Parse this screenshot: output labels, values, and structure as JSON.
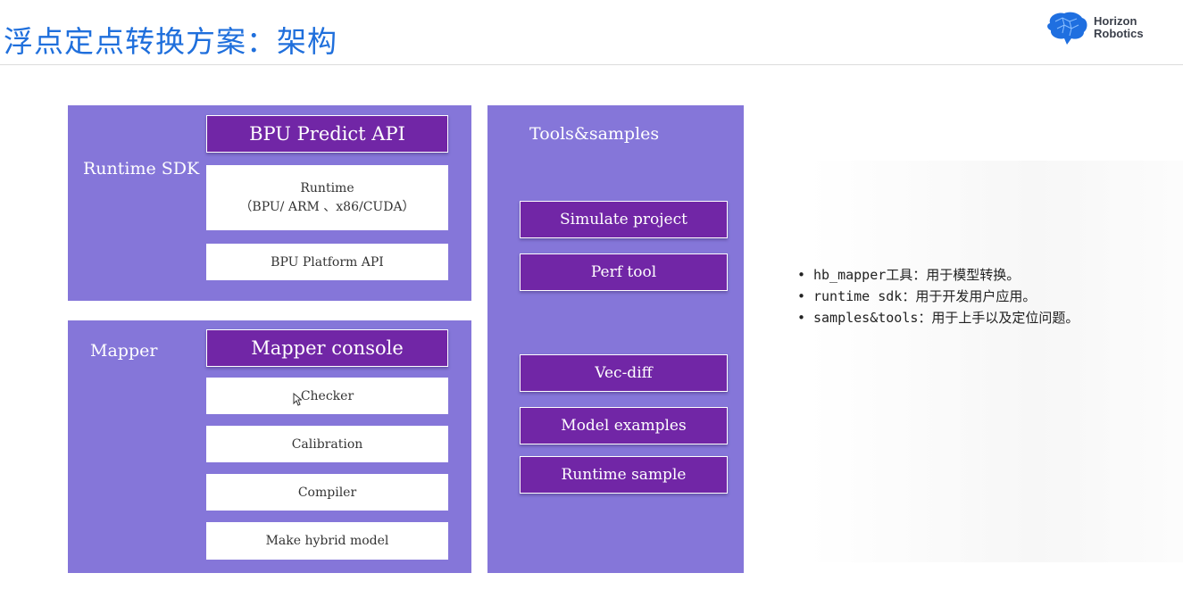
{
  "title": "浮点定点转换方案：架构",
  "logo": {
    "line1": "Horizon",
    "line2": "Robotics",
    "color": "#1f6fe0"
  },
  "runtime_panel": {
    "label": "Runtime SDK",
    "predict_api": "BPU Predict API",
    "runtime_line1": "Runtime",
    "runtime_line2": "（BPU/ ARM 、x86/CUDA）",
    "platform_api": "BPU Platform API"
  },
  "mapper_panel": {
    "label": "Mapper",
    "console": "Mapper console",
    "checker": "Checker",
    "calibration": "Calibration",
    "compiler": "Compiler",
    "hybrid": "Make hybrid model"
  },
  "tools_panel": {
    "label": "Tools&samples",
    "simulate": "Simulate project",
    "perf": "Perf tool",
    "vecdiff": "Vec-diff",
    "model_examples": "Model examples",
    "runtime_sample": "Runtime sample"
  },
  "bullets": [
    "hb_mapper工具：用于模型转换。",
    "runtime sdk：用于开发用户应用。",
    "samples&tools：用于上手以及定位问题。"
  ],
  "colors": {
    "title": "#1f6fdc",
    "panel": "#8576d9",
    "dark_box": "#7126a6",
    "light_box": "#ffffff"
  }
}
